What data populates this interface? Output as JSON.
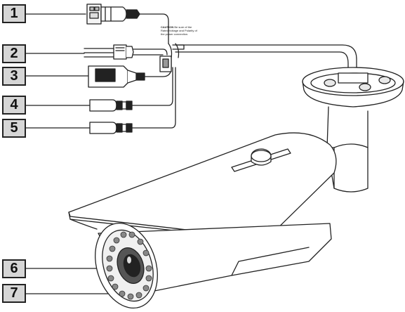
{
  "callouts": [
    "1",
    "2",
    "3",
    "4",
    "5",
    "6",
    "7"
  ],
  "caution_label": {
    "heading": "CAUTION",
    "body": "Be sure of the Rated Voltage and Polarity of the power connection."
  }
}
